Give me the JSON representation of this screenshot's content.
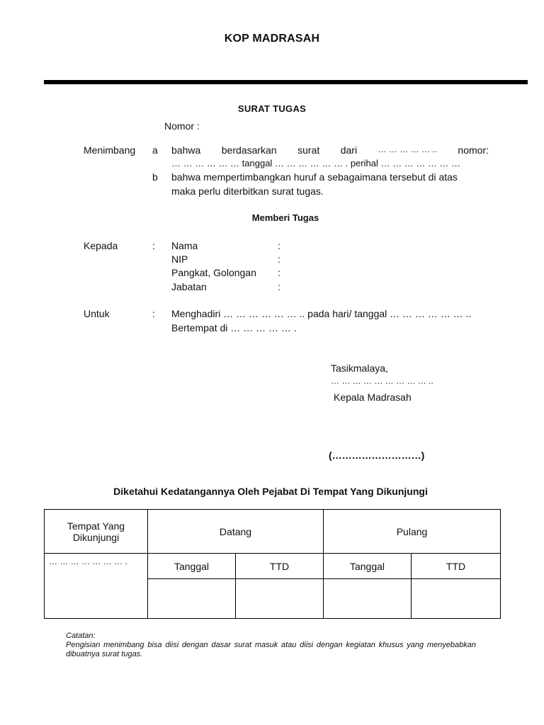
{
  "header": {
    "kop": "KOP MADRASAH"
  },
  "letter": {
    "title": "SURAT TUGAS",
    "nomor": "Nomor :",
    "menimbang": {
      "label": "Menimbang",
      "a_mark": "a",
      "a_line1_words": [
        "bahwa",
        "berdasarkan",
        "surat",
        "dari",
        "… … … … … ..",
        "nomor:"
      ],
      "a_line2": "… … … … … … tanggal … … … … … … . perihal … … … … … … …",
      "b_mark": "b",
      "b_line1": "bahwa mempertimbangkan huruf a sebagaimana tersebut di atas",
      "b_line2": "maka perlu diterbitkan surat tugas."
    },
    "memberi_tugas": "Memberi Tugas",
    "kepada": {
      "label": "Kepada",
      "colon": ":",
      "fields": [
        {
          "name": "Nama",
          "colon": ":"
        },
        {
          "name": "NIP",
          "colon": ":"
        },
        {
          "name": "Pangkat, Golongan",
          "colon": ":"
        },
        {
          "name": "Jabatan",
          "colon": ":"
        }
      ]
    },
    "untuk": {
      "label": "Untuk",
      "colon": ":",
      "line1": "Menghadiri … … … … … … .. pada hari/ tanggal … … … … … … ..",
      "line2": "Bertempat di … … … … … ."
    },
    "signature": {
      "city": "Tasikmalaya,",
      "date": "… … … … … … … … … ..",
      "position": "Kepala Madrasah",
      "name": "(………………………)"
    }
  },
  "visit_table": {
    "title": "Diketahui Kedatangannya Oleh Pejabat Di Tempat Yang Dikunjungi",
    "col_place_line1": "Tempat Yang",
    "col_place_line2": "Dikunjungi",
    "col_datang": "Datang",
    "col_pulang": "Pulang",
    "place_value": "… … … … … … … .",
    "sub_tanggal": "Tanggal",
    "sub_ttd": "TTD"
  },
  "note": {
    "label": "Catatan:",
    "body": "Pengisian menimbang bisa diisi dengan dasar surat masuk atau diisi dengan kegiatan khusus yang menyebabkan dibuatnya surat tugas."
  }
}
